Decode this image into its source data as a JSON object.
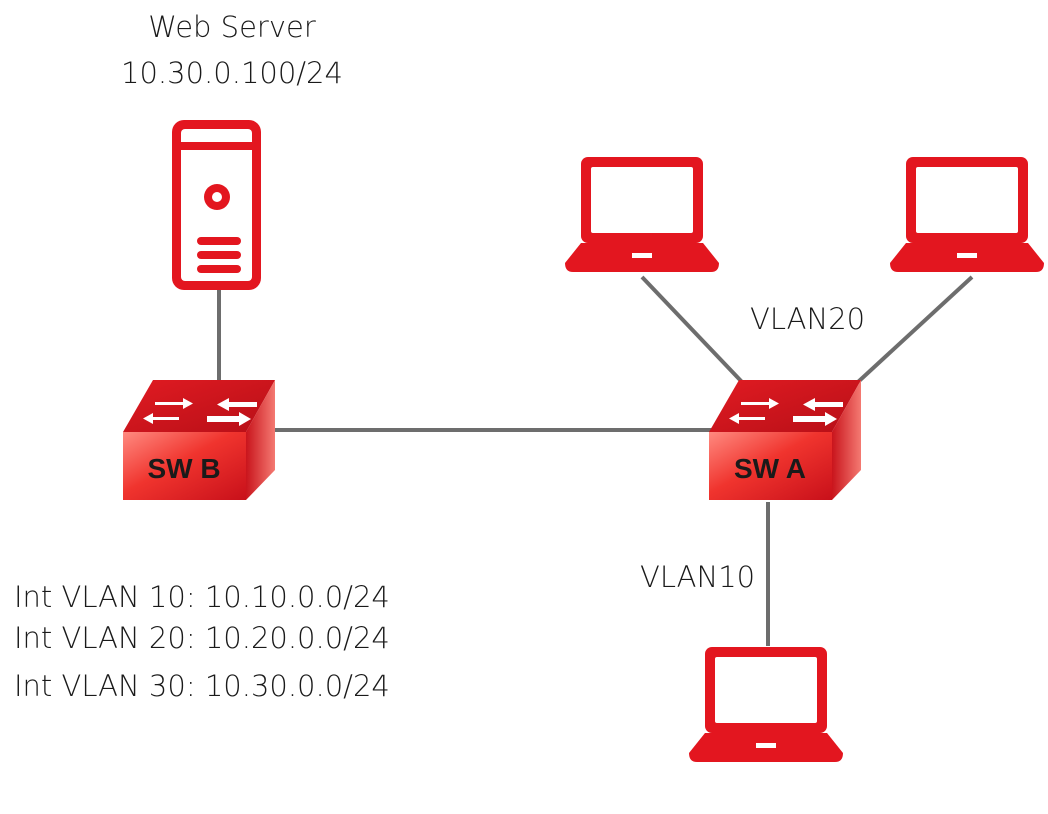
{
  "server": {
    "title": "Web Server",
    "ip": "10.30.0.100/24",
    "icon": "server-icon"
  },
  "switches": {
    "b": {
      "label": "SW B",
      "icon": "switch-icon"
    },
    "a": {
      "label": "SW A",
      "icon": "switch-icon"
    }
  },
  "vlan_labels": {
    "vlan20": "VLAN20",
    "vlan10": "VLAN10"
  },
  "interfaces": [
    "Int VLAN 10: 10.10.0.0/24",
    "Int VLAN 20: 10.20.0.0/24",
    "Int VLAN 30: 10.30.0.0/24"
  ],
  "colors": {
    "accent": "#e3161f",
    "link": "#6d6d6d",
    "text": "#1a1a1a"
  }
}
